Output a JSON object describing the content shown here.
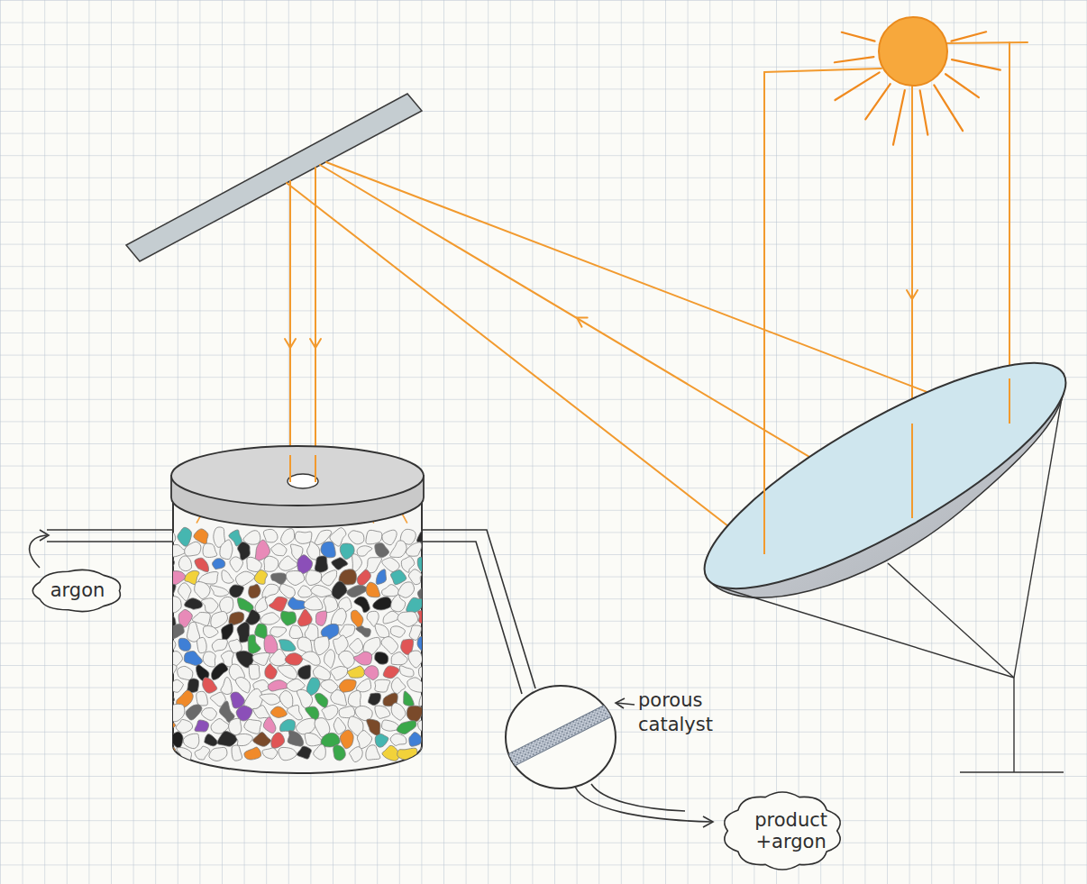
{
  "diagram": {
    "nodes": [
      {
        "text": [
          "argon"
        ]
      },
      {
        "text": [
          "product +argon"
        ]
      }
    ],
    "labels": [
      "porous catalyst"
    ]
  }
}
